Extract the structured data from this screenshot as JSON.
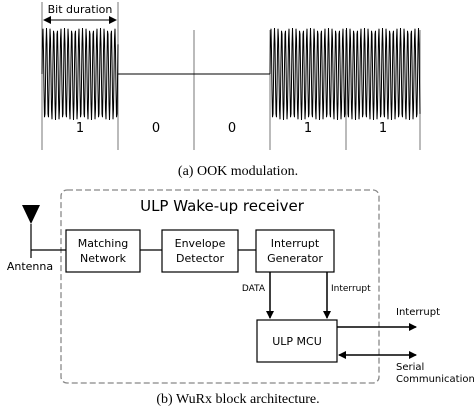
{
  "ook": {
    "bit_duration_label": "Bit duration",
    "bits": [
      "1",
      "0",
      "0",
      "1",
      "1"
    ],
    "caption": "(a) OOK modulation."
  },
  "wurx": {
    "title": "ULP Wake-up receiver",
    "antenna_label": "Antenna",
    "blocks": {
      "matching_network": [
        "Matching",
        "Network"
      ],
      "envelope_detector": [
        "Envelope",
        "Detector"
      ],
      "interrupt_generator": [
        "Interrupt",
        "Generator"
      ],
      "mcu": "ULP MCU"
    },
    "signals": {
      "data": "DATA",
      "interrupt_internal": "Interrupt",
      "interrupt_out": "Interrupt",
      "serial": [
        "Serial",
        "Communication"
      ]
    },
    "caption": "(b) WuRx block architecture."
  }
}
